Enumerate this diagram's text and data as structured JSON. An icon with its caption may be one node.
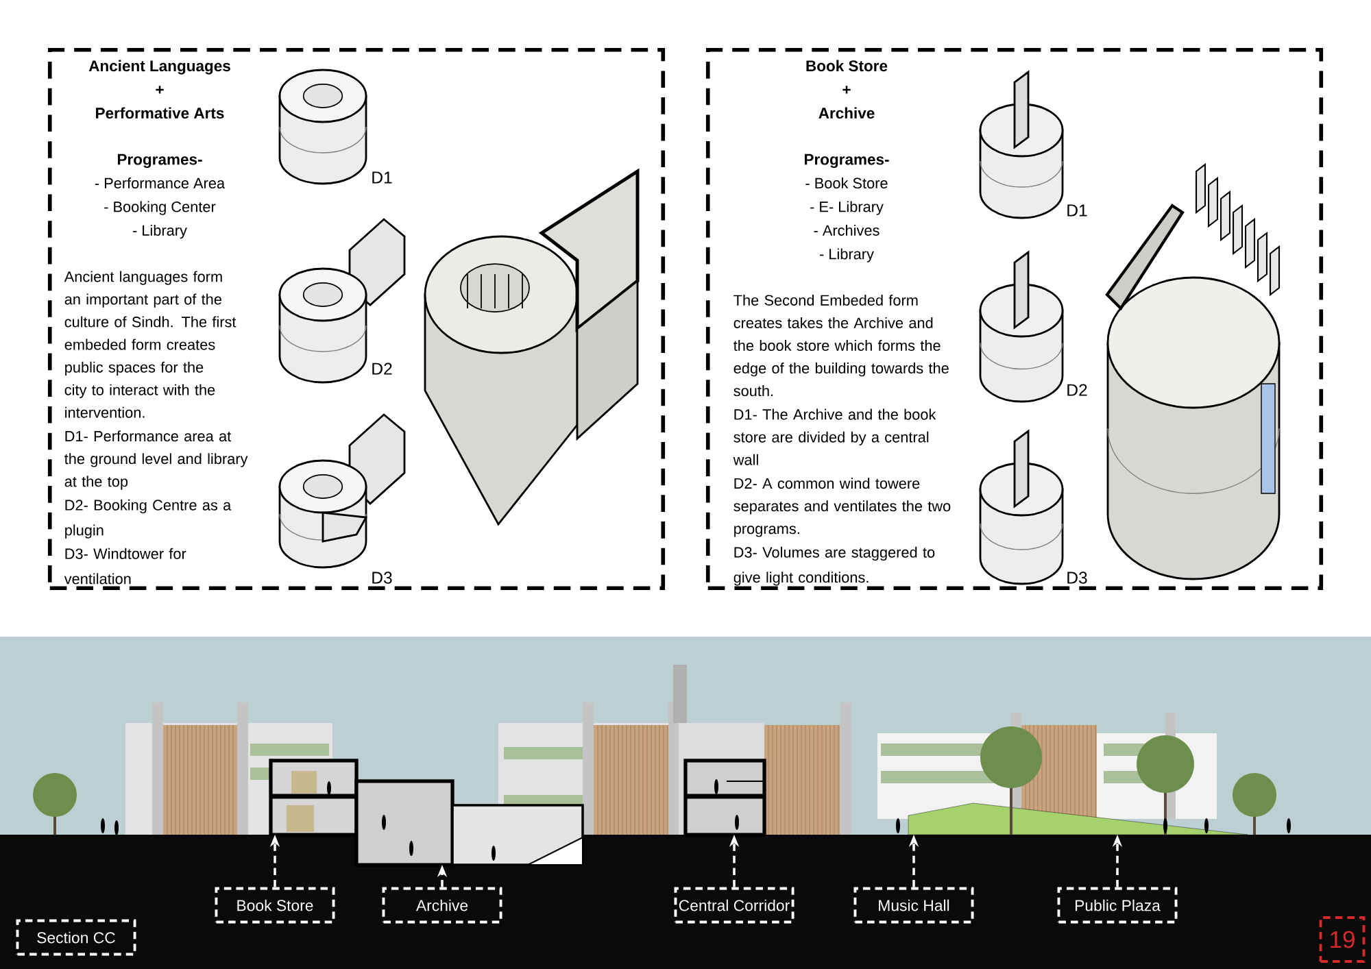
{
  "diagram": {
    "nodes": [
      {
        "text": [
          "Ancient Languages",
          "+",
          "Performative Arts",
          "Programes-",
          "- Performance Area",
          "- Booking Center",
          "- Library",
          "Ancient languages form an important part of the culture of Sindh. The first embeded form creates public spaces for the city to interact with the intervention.",
          "D1- Performance area at the ground level and library at the top",
          "D2- Booking Centre as a plugin",
          "D3- Windtower for ventilation"
        ]
      },
      {
        "text": [
          "Book Store",
          "+",
          "Archive",
          "Programes-",
          "- Book Store",
          "- E- Library",
          "- Archives",
          "- Library",
          "The Second Embeded form creates takes the Archive and the book store which forms the edge of the building towards the south.",
          "D1- The Archive and the book store are divided by a central wall",
          "D2- A common wind towere separates and ventilates the two programs.",
          "D3- Volumes are staggered to give light conditions."
        ]
      },
      {
        "text": [
          "Book Store"
        ]
      },
      {
        "text": [
          "Archive"
        ]
      },
      {
        "text": [
          "Central Corridor"
        ]
      },
      {
        "text": [
          "Music Hall"
        ]
      },
      {
        "text": [
          "Public Plaza"
        ]
      },
      {
        "text": [
          "Section CC"
        ]
      },
      {
        "text": [
          "19"
        ]
      },
      {
        "text": [],
        "shape": "picture"
      },
      {
        "text": [],
        "shape": "picture"
      },
      {
        "text": [],
        "shape": "picture"
      },
      {
        "text": [],
        "shape": "picture"
      }
    ],
    "edges": [
      {
        "from": 2,
        "to": 9,
        "arrow": "to",
        "style": "dashed"
      },
      {
        "from": 3,
        "to": 10,
        "arrow": "to",
        "style": "dashed"
      },
      {
        "from": 4,
        "to": 11,
        "arrow": "to",
        "style": "dashed"
      },
      {
        "from": 5,
        "to": 12,
        "arrow": "to",
        "style": "dashed"
      },
      {
        "from": 6,
        "to": 12,
        "arrow": "to",
        "style": "dashed"
      }
    ],
    "labels": [
      "D1",
      "D2",
      "D3",
      "D1",
      "D2",
      "D3"
    ]
  }
}
